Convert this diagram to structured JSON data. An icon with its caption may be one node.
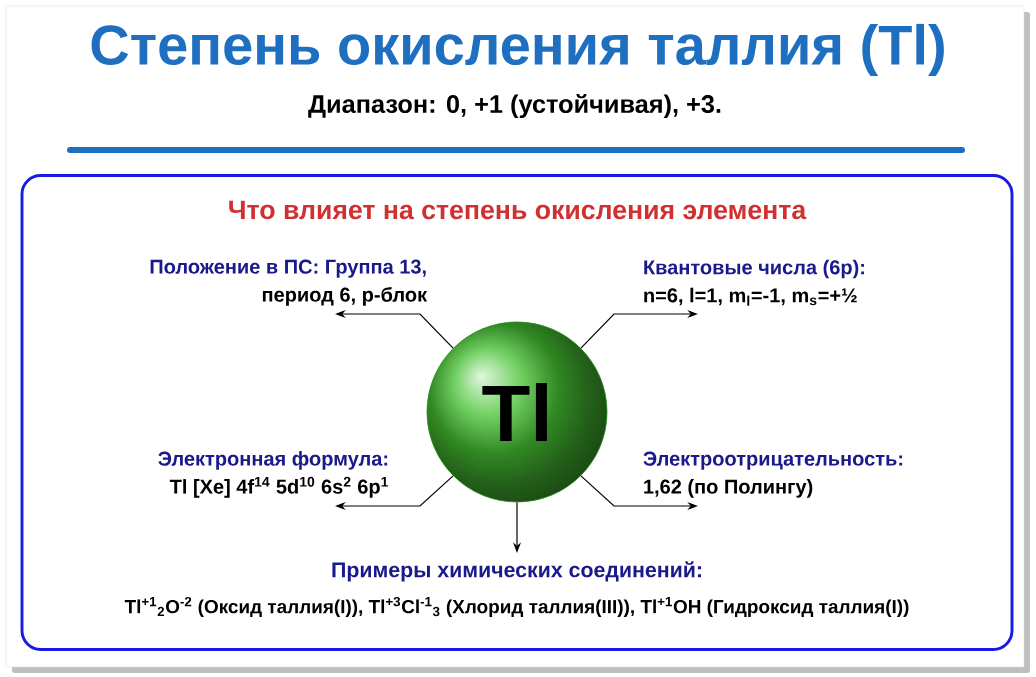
{
  "diagram": {
    "title": "Степень окисления таллия (Tl)",
    "nodes": [
      {
        "text": [
          "Что влияет на степень окисления элемента"
        ]
      },
      {
        "text": [
          "Tl"
        ],
        "in": 0
      },
      {
        "text": [
          "Положение в ПС: Группа 13,",
          "период 6, p-блок"
        ],
        "in": 0
      },
      {
        "text": [
          "Квантовые числа (6p):",
          "n=6, l=1, m$_{l}$=-1, m$_{s}$=+½"
        ],
        "in": 0
      },
      {
        "text": [
          "Электронная формула:",
          "Tl [Xe] 4f$^{14}$ 5d$^{10}$ 6s$^{2}$ 6p$^{1}$"
        ],
        "in": 0
      },
      {
        "text": [
          "Электроотрицательность:",
          "1,62 (по Полингу)"
        ],
        "in": 0
      },
      {
        "text": [
          "Примеры химических соединений:",
          "Tl$^{+1}$$_{2}$O$^{-2}$ (Оксид таллия(I)), Tl$^{+3}$Cl$^{-1}$$_{3}$ (Хлорид таллия(III)), Tl$^{+1}$OH (Гидроксид таллия(I))"
        ],
        "in": 0
      }
    ],
    "edges": [
      {
        "from": 1,
        "to": 2,
        "arrow": "to"
      },
      {
        "from": 1,
        "to": 3,
        "arrow": "to"
      },
      {
        "from": 1,
        "to": 4,
        "arrow": "to"
      },
      {
        "from": 1,
        "to": 5,
        "arrow": "to"
      },
      {
        "from": 1,
        "to": 6,
        "arrow": "to"
      }
    ],
    "labels": [
      "Диапазон: 0, +1 (устойчивая), +3."
    ]
  }
}
